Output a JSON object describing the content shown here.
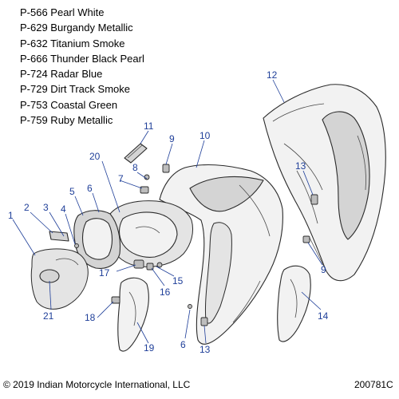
{
  "colors": {
    "callout": "#1f3f99",
    "linework": "#2b2b2b",
    "part_fill": "#f2f2f2",
    "shade": "#d4d4d4"
  },
  "legend": [
    "P-566 Pearl White",
    "P-629 Burgandy Metallic",
    "P-632 Titanium Smoke",
    "P-666 Thunder Black Pearl",
    "P-724 Radar Blue",
    "P-729 Dirt Track Smoke",
    "P-753 Coastal Green",
    "P-759 Ruby Metallic"
  ],
  "callouts": [
    "1",
    "2",
    "3",
    "4",
    "5",
    "6",
    "7",
    "8",
    "9",
    "10",
    "11",
    "12",
    "13",
    "14",
    "15",
    "16",
    "17",
    "18",
    "19",
    "20",
    "21",
    "6",
    "9",
    "13"
  ],
  "footer": {
    "copyright": "© 2019 Indian Motorcycle International, LLC",
    "code": "200781C"
  }
}
